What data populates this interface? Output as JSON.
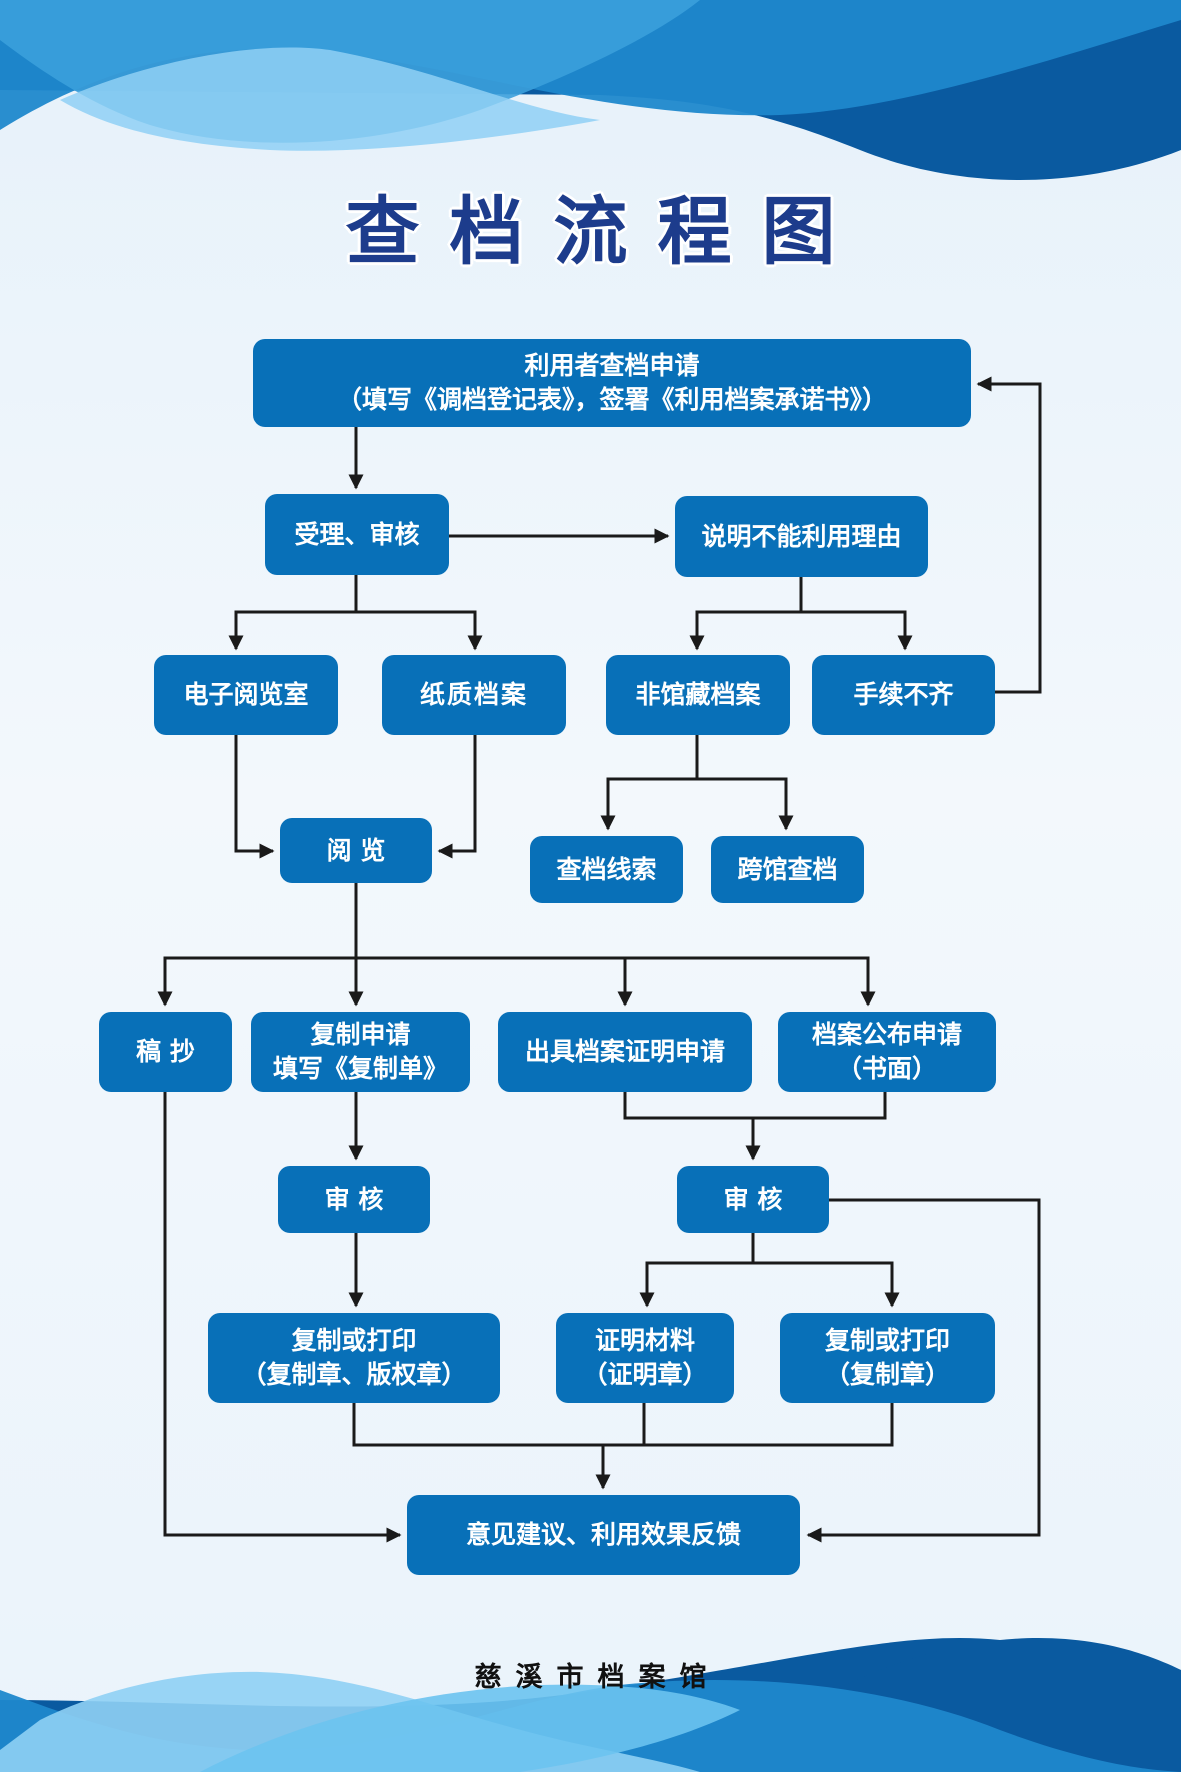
{
  "title": "查档流程图",
  "footer": "慈溪市档案馆",
  "colors": {
    "box": "#0870b8",
    "title": "#1d3c8c",
    "line": "#1a1a1a",
    "wave_dark": "#0a5aa0",
    "wave_mid": "#1f88cc",
    "wave_light": "#6cc3f0"
  },
  "nodes": {
    "apply": {
      "line1": "利用者查档申请",
      "line2": "（填写《调档登记表》，签署《利用档案承诺书》）"
    },
    "accept_review": {
      "label": "受理、审核"
    },
    "explain_reason": {
      "label": "说明不能利用理由"
    },
    "e_reading_room": {
      "label": "电子阅览室"
    },
    "paper_archive": {
      "label": "纸质档案"
    },
    "not_in_collection": {
      "label": "非馆藏档案"
    },
    "incomplete": {
      "label": "手续不齐"
    },
    "reading": {
      "label": "阅 览"
    },
    "search_clues": {
      "label": "查档线索"
    },
    "cross_archive": {
      "label": "跨馆查档"
    },
    "transcribe": {
      "label": "稿 抄"
    },
    "copy_apply": {
      "line1": "复制申请",
      "line2": "填写《复制单》"
    },
    "cert_apply": {
      "label": "出具档案证明申请"
    },
    "publish_apply": {
      "line1": "档案公布申请",
      "line2": "（书面）"
    },
    "review_left": {
      "label": "审 核"
    },
    "review_right": {
      "label": "审 核"
    },
    "copy_print_left": {
      "line1": "复制或打印",
      "line2": "（复制章、版权章）"
    },
    "cert_material": {
      "line1": "证明材料",
      "line2": "（证明章）"
    },
    "copy_print_right": {
      "line1": "复制或打印",
      "line2": "（复制章）"
    },
    "feedback": {
      "label": "意见建议、利用效果反馈"
    }
  }
}
